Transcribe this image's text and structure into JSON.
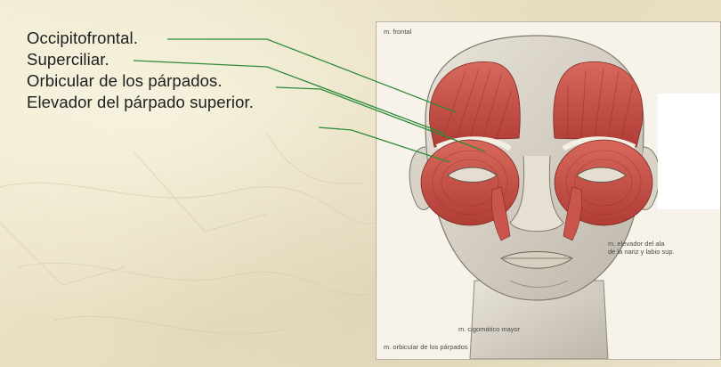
{
  "slide": {
    "labels": [
      "Occipitofrontal.",
      "Superciliar.",
      "Orbicular de los párpados.",
      "Elevador del párpado superior."
    ]
  },
  "figure": {
    "labels": {
      "frontal": "m. frontal",
      "elevador_line1": "m. elevador del ala",
      "elevador_line2": "de la nariz y labio sup.",
      "cigomatico": "m. cigomático mayor",
      "orbicular": "m. orbicular de los párpados"
    }
  },
  "colors": {
    "leader_line": "#2e8b3a",
    "muscle": "#c8504a",
    "background": "#ebe3c8"
  }
}
